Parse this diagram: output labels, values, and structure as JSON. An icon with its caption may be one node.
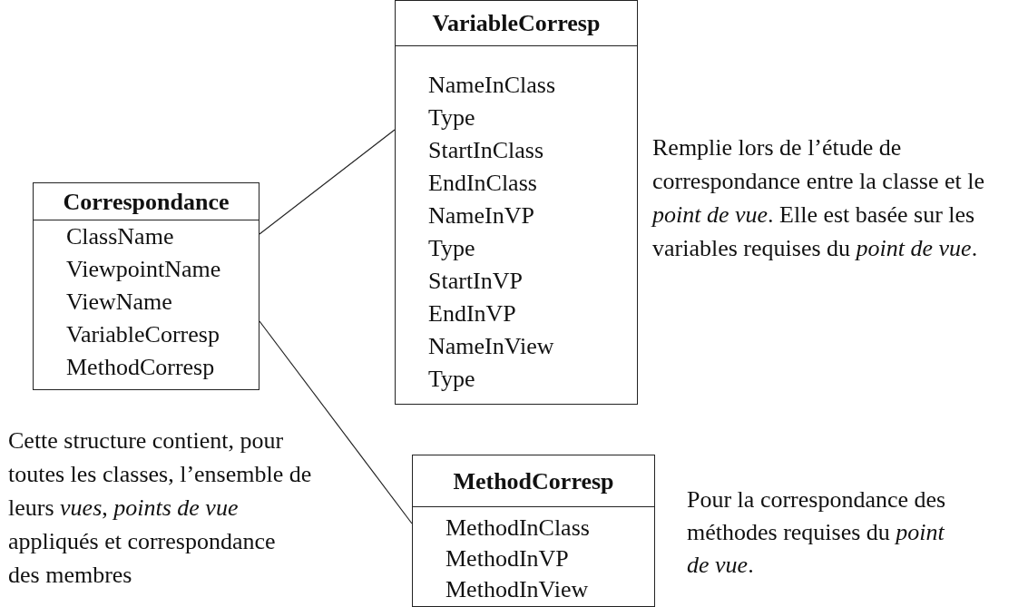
{
  "diagram": {
    "nodes": [
      {
        "text": [
          "Correspondance",
          "ClassName",
          "ViewpointName",
          "ViewName",
          "VariableCorresp",
          "MethodCorresp"
        ]
      },
      {
        "text": [
          "VariableCorresp",
          "NameInClass",
          "Type",
          "StartInClass",
          "EndInClass",
          "NameInVP",
          "Type",
          "StartInVP",
          "EndInVP",
          "NameInView",
          "Type"
        ]
      },
      {
        "text": [
          "MethodCorresp",
          "MethodInClass",
          "MethodInVP",
          "MethodInView"
        ]
      }
    ],
    "edges": [
      {
        "from": 0,
        "to": 1,
        "arrow": "none"
      },
      {
        "from": 0,
        "to": 2,
        "arrow": "none"
      }
    ],
    "labels": [
      "Remplie lors de l’étude de correspondance entre la classe et le *point de vue*. Elle est basée sur les variables requises du *point de vue*.",
      "Cette structure contient, pour toutes les classes, l’ensemble de leurs *vues*, *points de vue* appliqués et correspondance des membres",
      "Pour la correspondance des méthodes requises du *point de vue*."
    ]
  }
}
